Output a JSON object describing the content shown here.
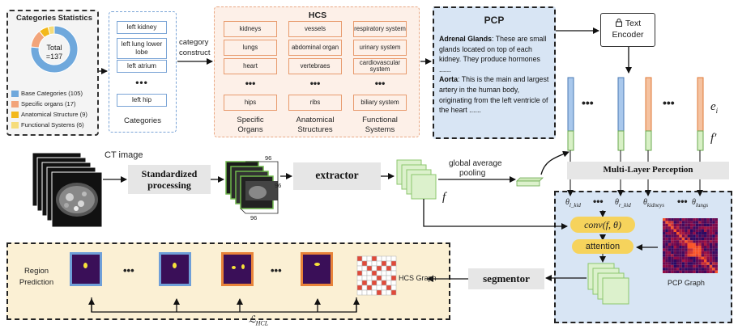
{
  "stats": {
    "title": "Categories Statistics",
    "total_label": "Total",
    "total_value": "=137",
    "legend": [
      {
        "label": "Base Categories (105)",
        "color": "#6fa8dc",
        "value": 105
      },
      {
        "label": "Specific organs (17)",
        "color": "#f2a47a",
        "value": 17
      },
      {
        "label": "Anatomical Structure (9)",
        "color": "#f3b81b",
        "value": 9
      },
      {
        "label": "Functional Systems (6)",
        "color": "#f6dc7a",
        "value": 6
      }
    ]
  },
  "categories": {
    "items": [
      "left kidney",
      "left lung lower lobe",
      "left atrium",
      "left hip"
    ],
    "ellipsis": "•••",
    "label": "Categories",
    "arrow_label_1": "category",
    "arrow_label_2": "construct"
  },
  "hcs": {
    "title": "HCS",
    "columns": [
      {
        "items": [
          "kidneys",
          "lungs",
          "heart"
        ],
        "last": "hips",
        "caption_1": "Specific",
        "caption_2": "Organs"
      },
      {
        "items": [
          "vessels",
          "abdominal organ",
          "vertebraes"
        ],
        "last": "ribs",
        "caption_1": "Anatomical",
        "caption_2": "Structures"
      },
      {
        "items": [
          "respiratory system",
          "urinary system",
          "cardiovascular system"
        ],
        "last": "biliary system",
        "caption_1": "Functional",
        "caption_2": "Systems"
      }
    ],
    "ellipsis": "•••"
  },
  "pcp": {
    "title": "PCP",
    "entry1_term": "Adrenal Glands",
    "entry1_text": ": These are small glands located on top of each kidney. They produce hormones ......",
    "entry2_term": "Aorta",
    "entry2_text": ": This is the main and largest artery in the human body, originating from the left ventricle of the heart ......"
  },
  "encoder": {
    "line1": "Text",
    "line2": "Encoder",
    "icon": "lock-icon"
  },
  "pipeline": {
    "ct_label": "CT image",
    "standardized_1": "Standardized",
    "standardized_2": "processing",
    "dim": "96",
    "extractor": "extractor",
    "gap_1": "global average",
    "gap_2": "pooling",
    "f_label": "f",
    "mlp": "Multi-Layer Perception",
    "ellipsis": "•••",
    "e_i": "e",
    "e_sub": "i",
    "f_prime": "f′"
  },
  "attention": {
    "thetas": [
      {
        "sym": "θ",
        "sub": "l_kid"
      },
      {
        "sym": "θ",
        "sub": "r_kid"
      },
      {
        "sym": "θ",
        "sub": "kidneys"
      },
      {
        "sym": "θ",
        "sub": "lungs"
      }
    ],
    "conv": "conv(f, θ)",
    "attention_label": "attention",
    "pcp_graph": "PCP Graph",
    "segmentor": "segmentor"
  },
  "region": {
    "label_1": "Region",
    "label_2": "Prediction",
    "hcs_graph": "HCS Graph",
    "loss": "ℒ",
    "loss_sub": "HCL",
    "ellipsis": "•••"
  }
}
